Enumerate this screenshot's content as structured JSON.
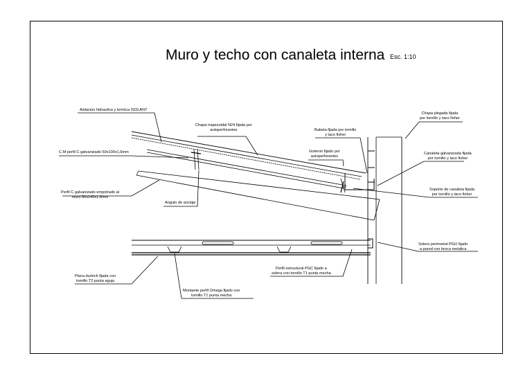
{
  "drawing": {
    "title": "Muro y techo con canaleta interna",
    "scale": "Esc. 1:10"
  },
  "labels": {
    "aislacion": [
      "Aislacion hidraulica y termica ISOLANT"
    ],
    "cm_perfil": [
      "C.M perfil C galvanizado 50x100x1,6mm"
    ],
    "perfil_c": [
      "Perfil C galvanizado empotrado al",
      "muro 50x140x1,6mm"
    ],
    "angulo": [
      "Angulo de anclaje"
    ],
    "chapa_trap": [
      "Chapa trapezoidal N24 fijada por",
      "autoperforantes"
    ],
    "babeta": [
      "Babeta fijada por tornillo",
      "y taco fisher"
    ],
    "goteron": [
      "Goteron fijado por",
      "autoperforantes"
    ],
    "chapa_plegada": [
      "Chapa plegada fijada",
      "por tornillo y taco fisher"
    ],
    "canaleta": [
      "Canaleta galvanizada fijada",
      "por tornillo y taco fisher"
    ],
    "soporte": [
      "Soporte de canaleta fijada",
      "por tornillo y taco fisher"
    ],
    "solera": [
      "Solera perimetral PGU fijado",
      "a pared con broca metalica"
    ],
    "placa": [
      "Placa durlock fijada con",
      "tornillo T2 punta aguja"
    ],
    "perfil_pgc": [
      "Perfil estructural PGC fijado a",
      "solera con tornillo T1 punta mecha"
    ],
    "montante": [
      "Montante perfil Omega fijado con",
      "tornillo T1 punta mecha"
    ]
  }
}
